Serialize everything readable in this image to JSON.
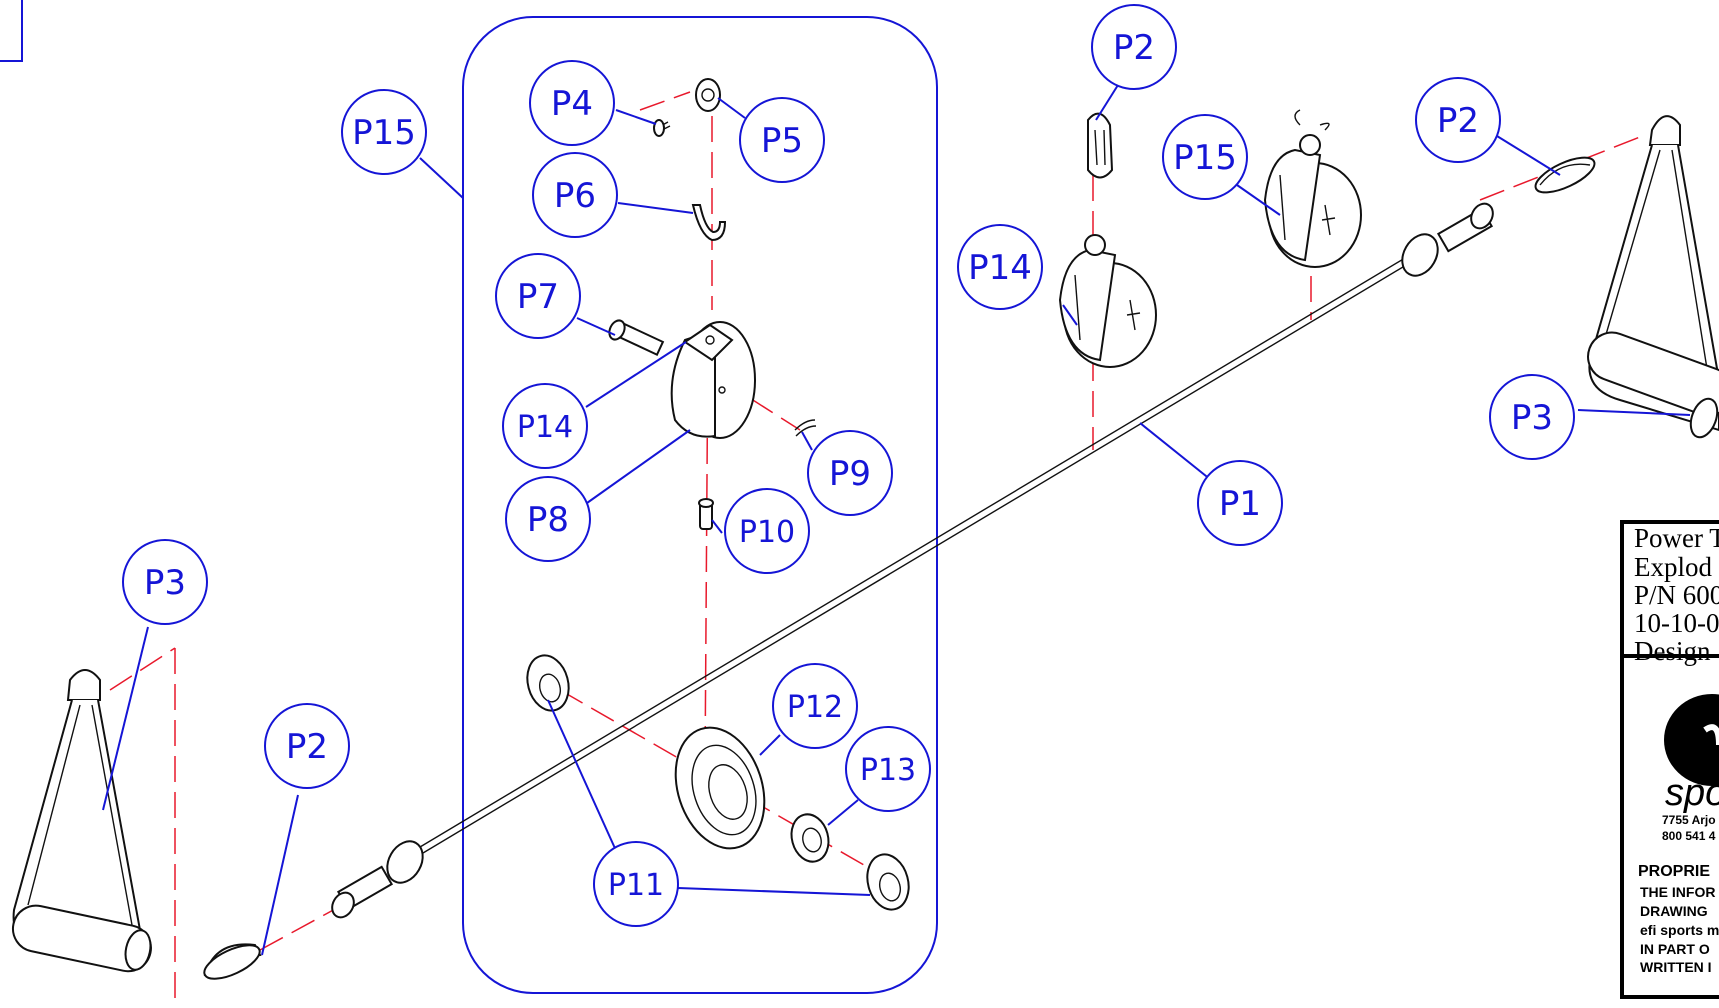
{
  "diagram": {
    "callouts": [
      {
        "id": "P1",
        "label": "P1"
      },
      {
        "id": "P2a",
        "label": "P2"
      },
      {
        "id": "P2b",
        "label": "P2"
      },
      {
        "id": "P2c",
        "label": "P2"
      },
      {
        "id": "P3a",
        "label": "P3"
      },
      {
        "id": "P3b",
        "label": "P3"
      },
      {
        "id": "P4",
        "label": "P4"
      },
      {
        "id": "P5",
        "label": "P5"
      },
      {
        "id": "P6",
        "label": "P6"
      },
      {
        "id": "P7",
        "label": "P7"
      },
      {
        "id": "P8",
        "label": "P8"
      },
      {
        "id": "P9",
        "label": "P9"
      },
      {
        "id": "P10",
        "label": "P10"
      },
      {
        "id": "P11",
        "label": "P11"
      },
      {
        "id": "P12",
        "label": "P12"
      },
      {
        "id": "P13",
        "label": "P13"
      },
      {
        "id": "P14a",
        "label": "P14"
      },
      {
        "id": "P14b",
        "label": "P14"
      },
      {
        "id": "P15a",
        "label": "P15"
      },
      {
        "id": "P15b",
        "label": "P15"
      }
    ]
  },
  "title_block": {
    "lines": [
      "Power T",
      "Explod",
      "P/N 600",
      "10-10-0",
      "Design"
    ],
    "logo_word": "spo",
    "address_1": "7755 Arjo",
    "address_2": "800 541 4",
    "proprietary_heading": "PROPRIE",
    "proprietary_lines": [
      "THE INFOR",
      "DRAWING",
      "efi sports m",
      "IN PART O",
      "WRITTEN I"
    ]
  },
  "colors": {
    "callout": "#1515d6",
    "centerline": "#e8192c",
    "part": "#111111"
  }
}
